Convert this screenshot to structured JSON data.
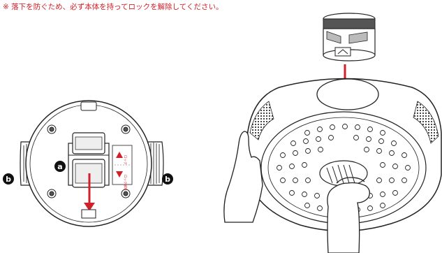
{
  "caution_note": "※ 落下を防ぐため、必ず本体を持ってロックを解除してください。",
  "labels": {
    "a": "a",
    "b_left": "b",
    "b_right": "b",
    "lock_card_top": "ロック",
    "lock_card_bottom": "ロック解除"
  },
  "colors": {
    "accent_red": "#d0202a",
    "line": "#222222",
    "badge": "#111111"
  }
}
